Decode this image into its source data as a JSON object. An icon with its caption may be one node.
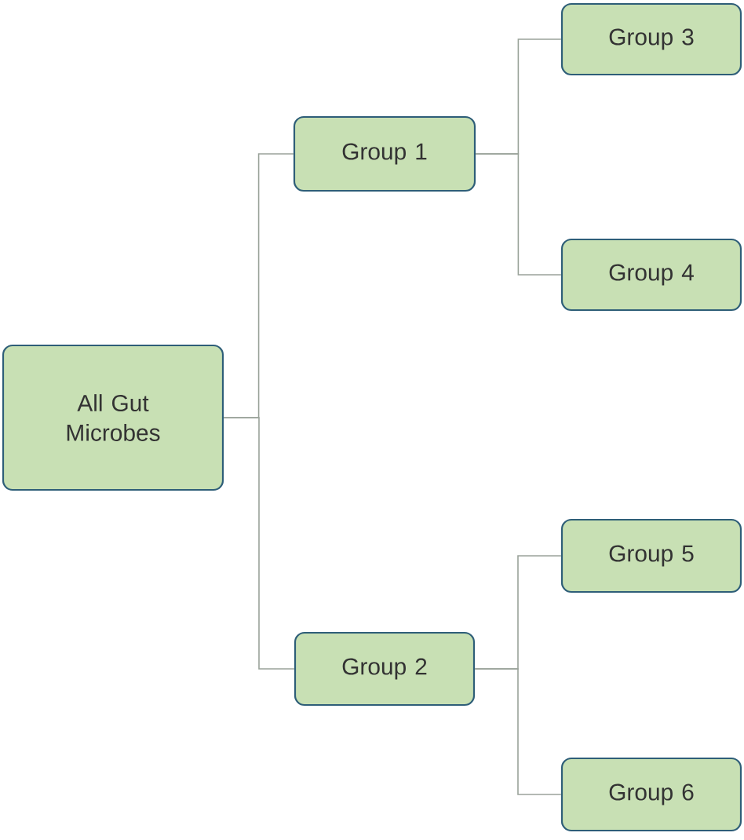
{
  "diagram": {
    "nodes": [
      {
        "text": [
          "All Gut Microbes"
        ]
      },
      {
        "text": [
          "Group 1"
        ]
      },
      {
        "text": [
          "Group 3"
        ]
      },
      {
        "text": [
          "Group 4"
        ]
      },
      {
        "text": [
          "Group 2"
        ]
      },
      {
        "text": [
          "Group 5"
        ]
      },
      {
        "text": [
          "Group 6"
        ]
      }
    ],
    "edges": [
      {
        "from": 0,
        "to": 1,
        "arrow": "none"
      },
      {
        "from": 0,
        "to": 4,
        "arrow": "none"
      },
      {
        "from": 1,
        "to": 2,
        "arrow": "none"
      },
      {
        "from": 1,
        "to": 3,
        "arrow": "none"
      },
      {
        "from": 4,
        "to": 5,
        "arrow": "none"
      },
      {
        "from": 4,
        "to": 6,
        "arrow": "none"
      }
    ]
  }
}
